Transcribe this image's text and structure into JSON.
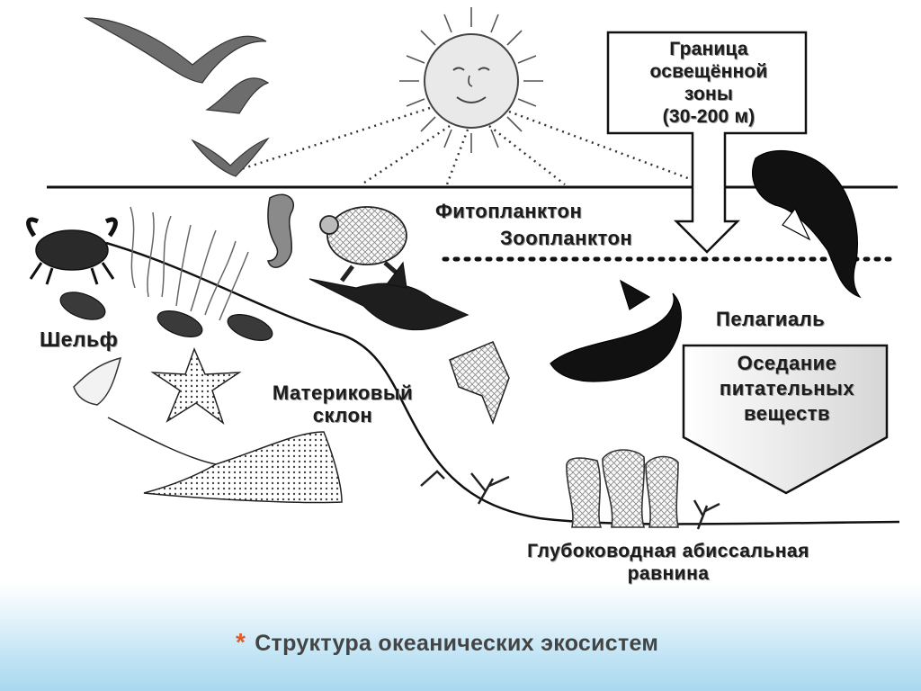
{
  "diagram": {
    "boundary_label": [
      "Граница",
      "освещённой",
      "зоны",
      "(30-200 м)"
    ],
    "phytoplankton_label": "Фитопланктон",
    "zooplankton_label": "Зоопланктон",
    "pelagial_label": "Пелагиаль",
    "settling_label": [
      "Оседание",
      "питательных",
      "веществ"
    ],
    "shelf_label": "Шельф",
    "slope_label": [
      "Материковый",
      "склон"
    ],
    "abyssal_label": [
      "Глубоководная абиссальная",
      "равнина"
    ],
    "icons": [
      "sun-icon",
      "seagull-icon",
      "crab-icon",
      "seaweed-icon",
      "seahorse-icon",
      "turtle-icon",
      "swordfish-icon",
      "orca-icon",
      "angelfish-icon",
      "shark-icon",
      "mussel-icon",
      "seashell-icon",
      "starfish-icon",
      "stingray-icon",
      "sponge-icon",
      "coral-icon"
    ]
  },
  "slide": {
    "bullet": "*",
    "title": "Структура океанических экосистем"
  },
  "colors": {
    "band": "#a9d8ef",
    "bullet": "#e05a2a",
    "title": "#444444"
  }
}
